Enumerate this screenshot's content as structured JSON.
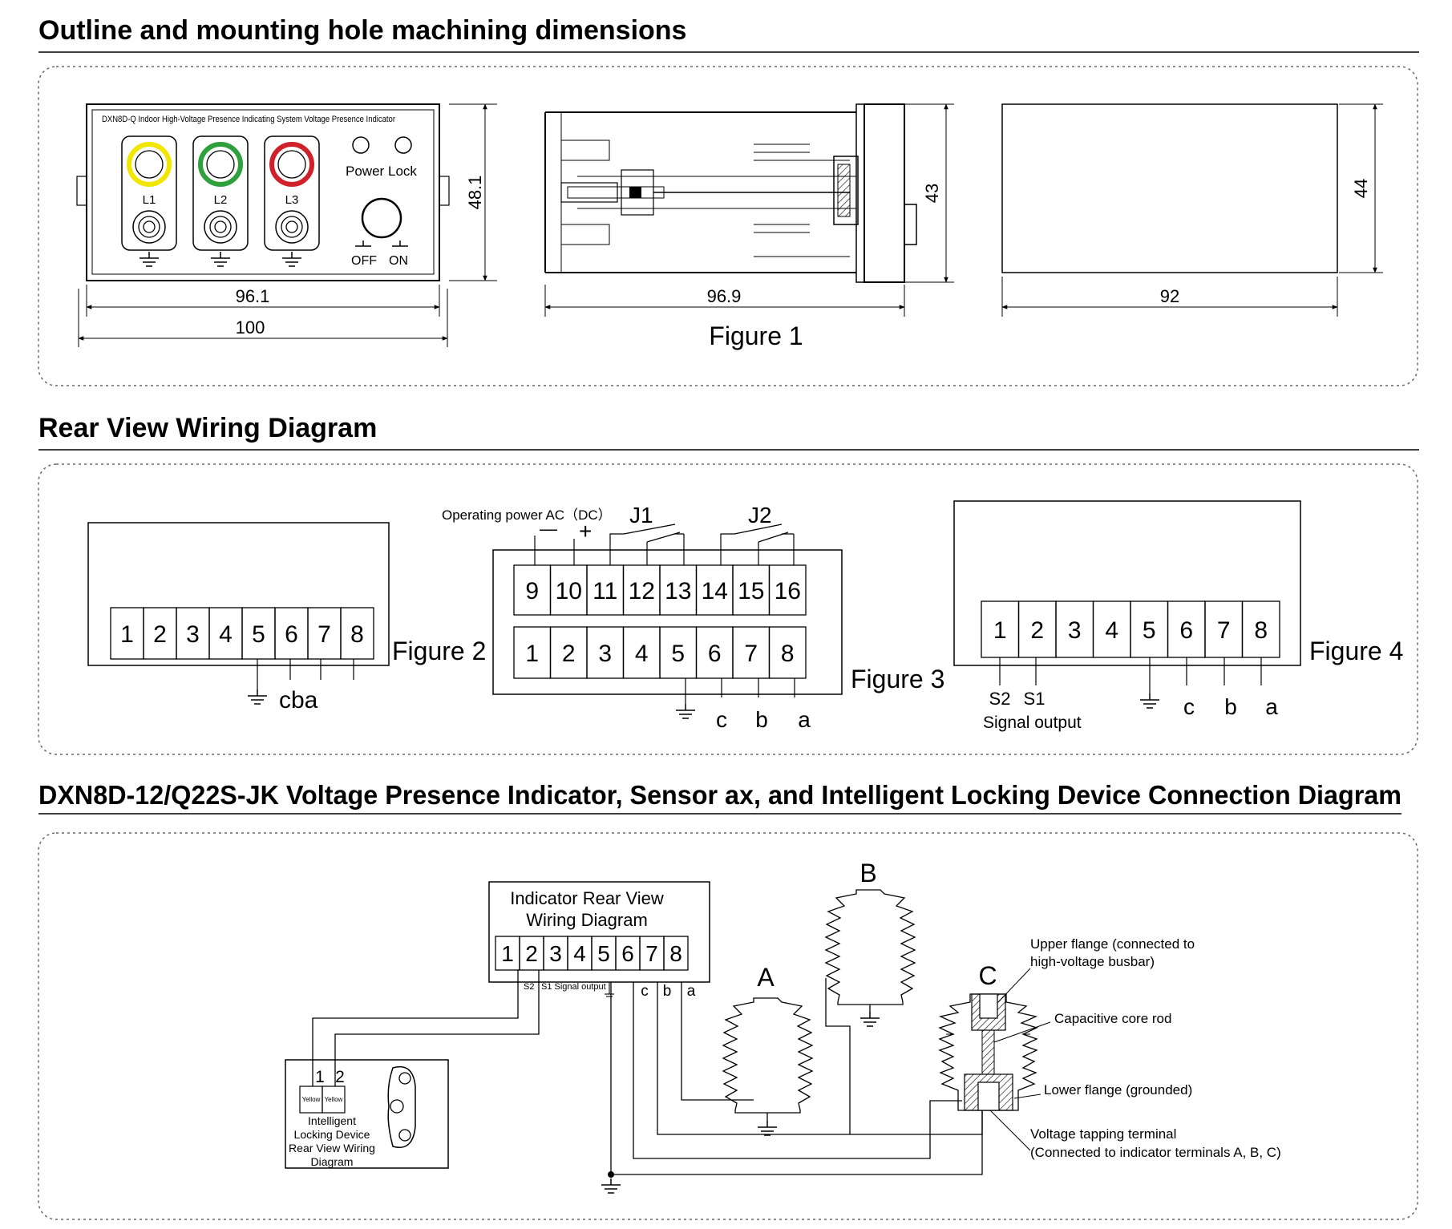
{
  "sections": {
    "outline_title": "Outline and mounting hole machining dimensions",
    "wiring_title": "Rear View Wiring Diagram",
    "connection_title": "DXN8D-12/Q22S-JK Voltage Presence Indicator, Sensor ax, and Intelligent Locking Device Connection Diagram"
  },
  "front_panel": {
    "model_label": "DXN8D-Q Indoor High-Voltage Presence Indicating System Voltage Presence Indicator",
    "lights": [
      {
        "label": "L1",
        "color": "#f2e600"
      },
      {
        "label": "L2",
        "color": "#2ea03c"
      },
      {
        "label": "L3",
        "color": "#d0202a"
      }
    ],
    "power_label": "Power",
    "lock_label": "Lock",
    "off_label": "OFF",
    "on_label": "ON"
  },
  "dimensions": {
    "front_inner_width": "96.1",
    "front_outer_width": "100",
    "front_height": "48.1",
    "side_depth": "96.9",
    "side_height": "43",
    "cutout_width": "92",
    "cutout_height": "44",
    "figure1_label": "Figure 1"
  },
  "wiring": {
    "figure2_label": "Figure 2",
    "figure3_label": "Figure 3",
    "figure4_label": "Figure 4",
    "terminals_lower": [
      "1",
      "2",
      "3",
      "4",
      "5",
      "6",
      "7",
      "8"
    ],
    "terminals_upper": [
      "9",
      "10",
      "11",
      "12",
      "13",
      "14",
      "15",
      "16"
    ],
    "fig2_phase_labels": "cba",
    "phase_c": "c",
    "phase_b": "b",
    "phase_a": "a",
    "operating_power": "Operating power AC（DC）",
    "j1": "J1",
    "j2": "J2",
    "minus": "—",
    "plus": "+",
    "s2": "S2",
    "s1": "S1",
    "signal_output": "Signal output"
  },
  "connection": {
    "indicator_title_line1": "Indicator Rear View",
    "indicator_title_line2": "Wiring Diagram",
    "indicator_terminals": [
      "1",
      "2",
      "3",
      "4",
      "5",
      "6",
      "7",
      "8"
    ],
    "s2_small": "S2",
    "s1_signal_small": "S1 Signal output",
    "c": "c",
    "b": "b",
    "a": "a",
    "sensor_a": "A",
    "sensor_b": "B",
    "sensor_c": "C",
    "locking_terminals": [
      "1",
      "2"
    ],
    "yellow_label": "Yellow",
    "locking_line1": "Intelligent",
    "locking_line2": "Locking Device",
    "locking_line3": "Rear View Wiring",
    "locking_line4": "Diagram",
    "upper_flange_1": "Upper flange (connected to",
    "upper_flange_2": "high-voltage busbar)",
    "capacitive_core": "Capacitive core rod",
    "lower_flange": "Lower flange (grounded)",
    "tap_terminal_1": "Voltage tapping terminal",
    "tap_terminal_2": "(Connected to indicator terminals A, B, C)"
  }
}
